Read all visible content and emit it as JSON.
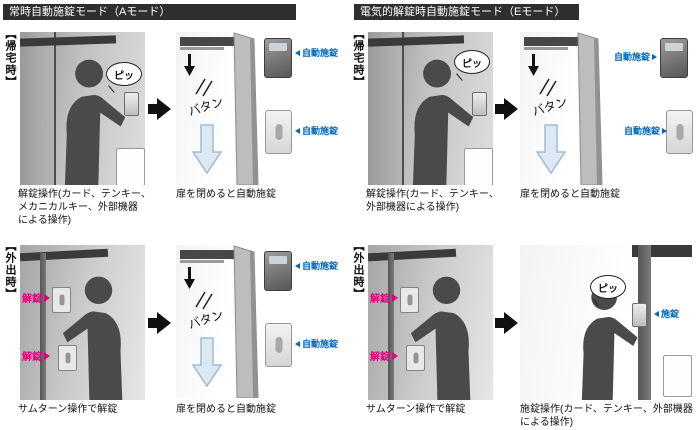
{
  "colors": {
    "auto_lock_blue": "#0068b7",
    "unlock_pink": "#e4007f",
    "header_bg": "#2f2f2f"
  },
  "sections": {
    "a": {
      "header": "常時自動施錠モード（Aモード）",
      "rows": {
        "return": {
          "side_label": "【帰宅時】",
          "unlock_panel": {
            "bubble": "ピッ",
            "caption": "解錠操作(カード、テンキー、\nメカニカルキー、外部機器\nによる操作)"
          },
          "close_panel": {
            "sound": "バタン",
            "auto_lock_top": "自動施錠",
            "auto_lock_bottom": "自動施錠",
            "caption": "扉を閉めると自動施錠"
          }
        },
        "out": {
          "side_label": "【外出時】",
          "thumbturn_panel": {
            "unlock_top": "解錠",
            "unlock_bottom": "解錠",
            "caption": "サムターン操作で解錠"
          },
          "close_panel": {
            "sound": "バタン",
            "auto_lock_top": "自動施錠",
            "auto_lock_bottom": "自動施錠",
            "caption": "扉を閉めると自動施錠"
          }
        }
      }
    },
    "e": {
      "header": "電気的解錠時自動施錠モード（Eモード）",
      "rows": {
        "return": {
          "side_label": "【帰宅時】",
          "unlock_panel": {
            "bubble": "ピッ",
            "caption": "解錠操作(カード、テンキー、\n外部機器による操作)"
          },
          "close_panel": {
            "sound": "バタン",
            "auto_lock_top": "自動施錠",
            "auto_lock_bottom": "自動施錠",
            "caption": "扉を閉めると自動施錠"
          }
        },
        "out": {
          "side_label": "【外出時】",
          "thumbturn_panel": {
            "unlock_top": "解錠",
            "unlock_bottom": "解錠",
            "caption": "サムターン操作で解錠"
          },
          "lock_panel": {
            "bubble": "ピッ",
            "lock_label": "施錠",
            "caption": "施錠操作(カード、テンキー、外部機器\nによる操作)"
          }
        }
      }
    }
  }
}
